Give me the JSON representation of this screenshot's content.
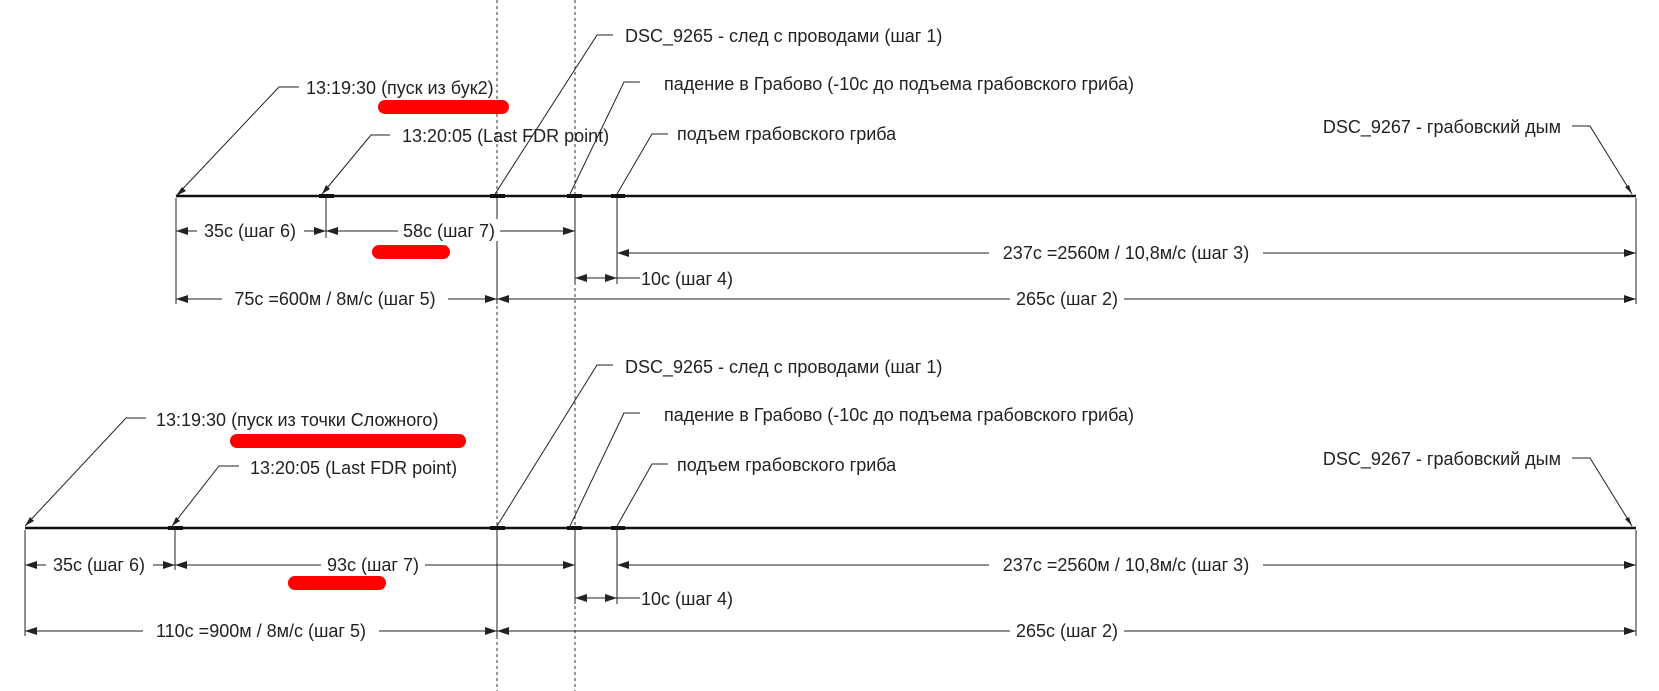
{
  "colors": {
    "line": "#222222",
    "highlight": "#ff0000",
    "background": "#ffffff"
  },
  "timelines": [
    {
      "callouts": {
        "start": "13:19:30 (пуск из бук2)",
        "last_fdr": "13:20:05 (Last FDR point)",
        "dsc_9265": "DSC_9265 - след с проводами (шаг 1)",
        "fall": "падение в Грабово (-10с до подъема грабовского гриба)",
        "rise": "подъем грабовского гриба",
        "dsc_9267": "DSC_9267 - грабовский дым"
      },
      "dims": {
        "seg_35": "35с (шаг 6)",
        "seg_7": "58с (шаг 7)",
        "seg_237": "237с =2560м / 10,8м/с (шаг 3)",
        "seg_10": "10с (шаг 4)",
        "seg_5": "75с =600м / 8м/с (шаг 5)",
        "seg_265": "265с (шаг 2)"
      }
    },
    {
      "callouts": {
        "start": "13:19:30 (пуск из точки Сложного)",
        "last_fdr": "13:20:05 (Last FDR point)",
        "dsc_9265": "DSC_9265 - след с проводами (шаг 1)",
        "fall": "падение в Грабово (-10с до подъема грабовского гриба)",
        "rise": "подъем грабовского гриба",
        "dsc_9267": "DSC_9267 - грабовский дым"
      },
      "dims": {
        "seg_35": "35с (шаг 6)",
        "seg_7": "93с (шаг 7)",
        "seg_237": "237с =2560м / 10,8м/с (шаг 3)",
        "seg_10": "10с (шаг 4)",
        "seg_5": "110с =900м / 8м/с (шаг 5)",
        "seg_265": "265с (шаг 2)"
      }
    }
  ]
}
